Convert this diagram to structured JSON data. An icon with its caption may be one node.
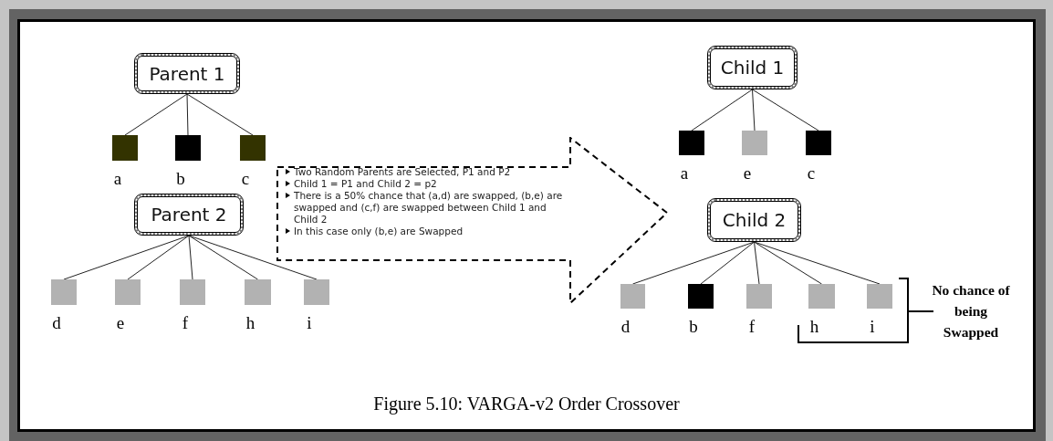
{
  "diagram": {
    "caption": "Figure 5.10: VARGA-v2 Order Crossover",
    "nodes": [
      {
        "text": [
          "Parent 1"
        ]
      },
      {
        "text": [],
        "shape": "box",
        "beside": [
          "a"
        ]
      },
      {
        "text": [],
        "shape": "box",
        "beside": [
          "b"
        ]
      },
      {
        "text": [],
        "shape": "box",
        "beside": [
          "c"
        ]
      },
      {
        "text": [
          "Parent 2"
        ]
      },
      {
        "text": [],
        "shape": "box",
        "beside": [
          "d"
        ]
      },
      {
        "text": [],
        "shape": "box",
        "beside": [
          "e"
        ]
      },
      {
        "text": [],
        "shape": "box",
        "beside": [
          "f"
        ]
      },
      {
        "text": [],
        "shape": "box",
        "beside": [
          "h"
        ]
      },
      {
        "text": [],
        "shape": "box",
        "beside": [
          "i"
        ]
      },
      {
        "text": [
          "Two Random Parents are Selected, P1 and P2",
          "Child 1 = P1 and Child 2 = p2",
          "There is a 50% chance that (a,d) are swapped, (b,e) are swapped and (c,f) are swapped between Child 1 and Child 2",
          "In this case only (b,e) are Swapped"
        ]
      },
      {
        "text": [
          "Child 1"
        ]
      },
      {
        "text": [],
        "shape": "box",
        "beside": [
          "a"
        ]
      },
      {
        "text": [],
        "shape": "box",
        "beside": [
          "e"
        ]
      },
      {
        "text": [],
        "shape": "box",
        "beside": [
          "c"
        ]
      },
      {
        "text": [
          "Child 2"
        ]
      },
      {
        "text": [],
        "shape": "box",
        "beside": [
          "d"
        ]
      },
      {
        "text": [],
        "shape": "box",
        "beside": [
          "b"
        ]
      },
      {
        "text": [],
        "shape": "box",
        "beside": [
          "f"
        ]
      },
      {
        "text": [],
        "shape": "box",
        "beside": [
          "h"
        ]
      },
      {
        "text": [],
        "shape": "box",
        "beside": [
          "i"
        ]
      }
    ],
    "edges": [
      {
        "from": 0,
        "to": 1,
        "arrow": "none"
      },
      {
        "from": 0,
        "to": 2,
        "arrow": "none"
      },
      {
        "from": 0,
        "to": 3,
        "arrow": "none"
      },
      {
        "from": 4,
        "to": 5,
        "arrow": "none"
      },
      {
        "from": 4,
        "to": 6,
        "arrow": "none"
      },
      {
        "from": 4,
        "to": 7,
        "arrow": "none"
      },
      {
        "from": 4,
        "to": 8,
        "arrow": "none"
      },
      {
        "from": 4,
        "to": 9,
        "arrow": "none"
      },
      {
        "from": 11,
        "to": 12,
        "arrow": "none"
      },
      {
        "from": 11,
        "to": 13,
        "arrow": "none"
      },
      {
        "from": 11,
        "to": 14,
        "arrow": "none"
      },
      {
        "from": 15,
        "to": 16,
        "arrow": "none"
      },
      {
        "from": 15,
        "to": 17,
        "arrow": "none"
      },
      {
        "from": 15,
        "to": 18,
        "arrow": "none"
      },
      {
        "from": 15,
        "to": 19,
        "arrow": "none"
      },
      {
        "from": 15,
        "to": 20,
        "arrow": "none"
      }
    ],
    "labels": [
      "No chance of being Swapped"
    ]
  }
}
